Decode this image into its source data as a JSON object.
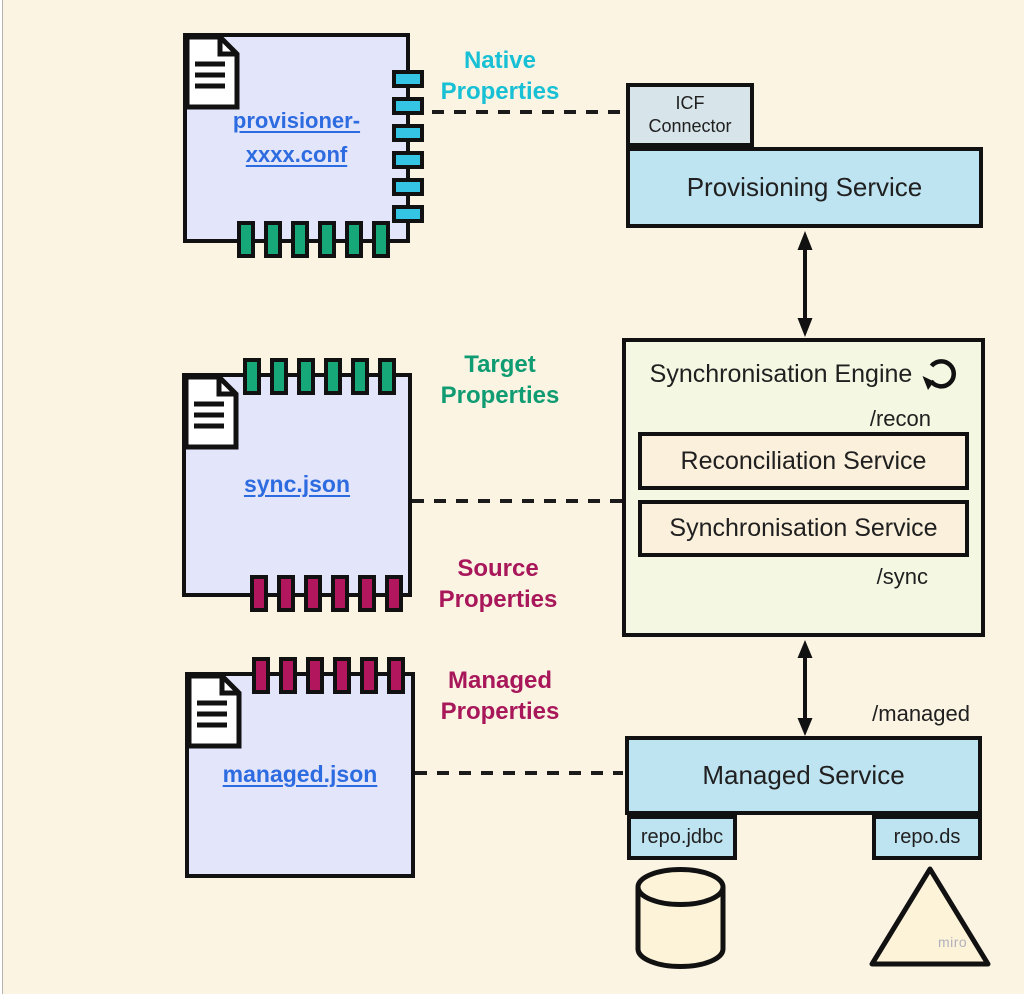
{
  "docs": {
    "provisioner": {
      "line1": "provisioner-",
      "line2": "xxxx.conf"
    },
    "sync": {
      "label": "sync.json"
    },
    "managed": {
      "label": "managed.json"
    }
  },
  "property_labels": {
    "native": {
      "line1": "Native",
      "line2": "Properties"
    },
    "target": {
      "line1": "Target",
      "line2": "Properties"
    },
    "source": {
      "line1": "Source",
      "line2": "Properties"
    },
    "managed": {
      "line1": "Managed",
      "line2": "Properties"
    }
  },
  "services": {
    "icf": {
      "line1": "ICF",
      "line2": "Connector"
    },
    "provisioning": "Provisioning Service",
    "engine_title": "Synchronisation Engine",
    "recon_path": "/recon",
    "reconciliation": "Reconciliation Service",
    "synchronisation": "Synchronisation Service",
    "sync_path": "/sync",
    "managed_path": "/managed",
    "managed_service": "Managed Service",
    "repo_jdbc": "repo.jdbc",
    "repo_ds": "repo.ds"
  },
  "watermark": "miro",
  "colors": {
    "background": "#fcf4e3",
    "doc_fill": "#e3e5fa",
    "cyan_tab": "#35c4e3",
    "green_tab": "#16a878",
    "magenta_tab": "#b2175e",
    "link_blue": "#2d6be0",
    "native_text": "#17c0d4",
    "target_text": "#109c72",
    "source_text": "#a8175a",
    "service_blue": "#bee3f1",
    "icf_fill": "#d7e4e9",
    "engine_fill": "#f4f8e2",
    "inner_box_fill": "#fbf0dc",
    "shape_fill": "#fdf3d8",
    "line_black": "#111111"
  }
}
